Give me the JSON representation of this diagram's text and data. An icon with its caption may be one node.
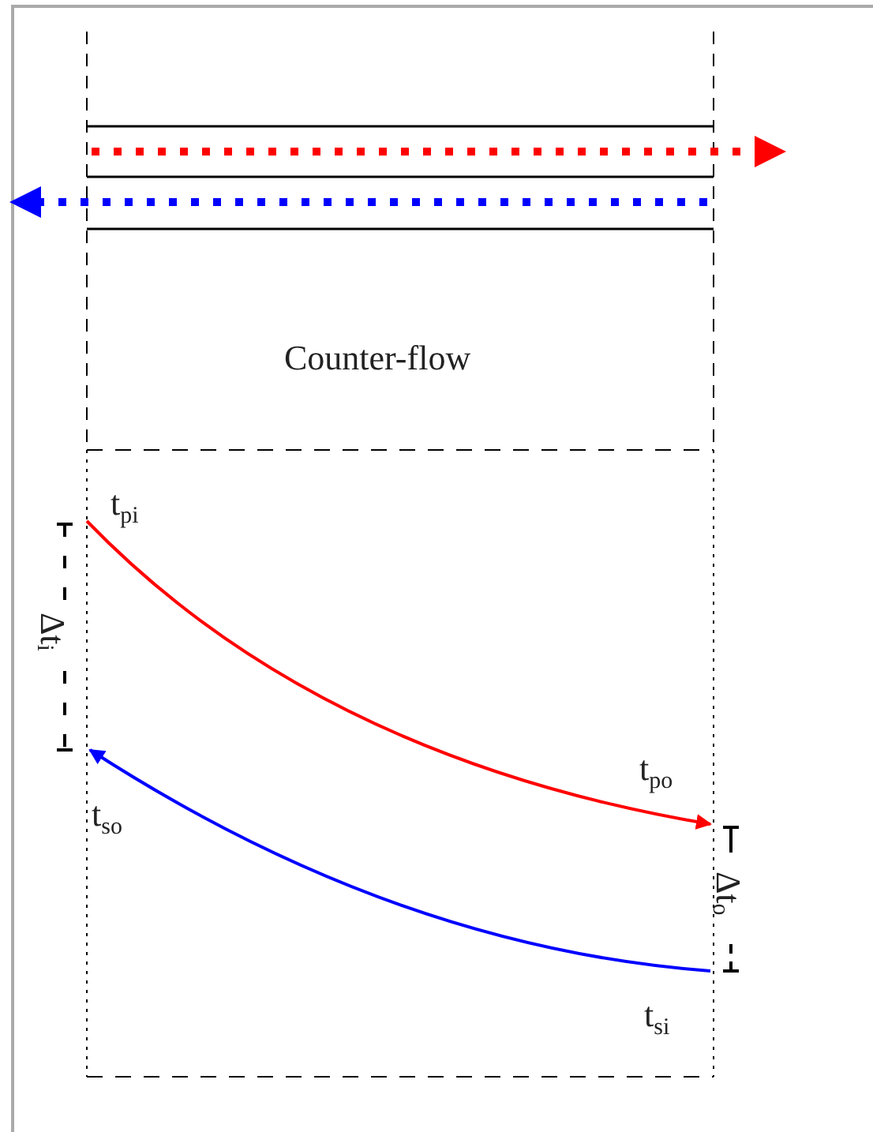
{
  "diagram": {
    "labels": [
      "Counter-flow",
      "t$_{pi}$",
      "Δt$_{i}$",
      "t$_{so}$",
      "t$_{po}$",
      "Δt$_{o}$",
      "t$_{si}$"
    ]
  }
}
